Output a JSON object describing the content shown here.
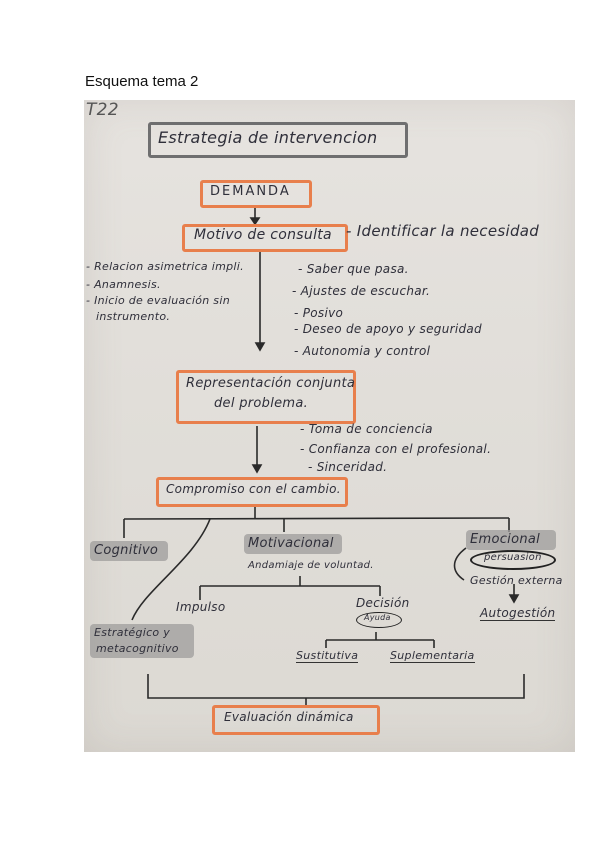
{
  "document": {
    "title": "Esquema tema 2"
  },
  "notes": {
    "corner_label": "T22",
    "title": "Estrategia de intervencion",
    "demand": "DEMANDA",
    "motive": "Motivo de consulta",
    "identify": "- Identificar la necesidad",
    "left_list": [
      "- Relacion asimetrica impli.",
      "- Anamnesis.",
      "- Inicio de evaluación sin",
      "instrumento."
    ],
    "right_list": [
      "- Saber que pasa.",
      "- Ajustes de escuchar.",
      "- Posivo",
      "- Deseo de apoyo y seguridad",
      "- Autonomia y control"
    ],
    "representation": [
      "Representación conjunta",
      "del problema."
    ],
    "rep_list": [
      "- Toma de conciencia",
      "- Confianza con el profesional.",
      "- Sinceridad."
    ],
    "commitment": "Compromiso con el cambio.",
    "cognitive": "Cognitivo",
    "motivational": "Motivacional",
    "scaffolding": "Andamiaje de voluntad.",
    "emotional": "Emocional",
    "persuasion": "persuasion",
    "external": "Gestión externa",
    "autogestion": "Autogestión",
    "impulse": "Impulso",
    "decision": "Decisión",
    "help": "Ayuda",
    "strategic": [
      "Estratégico y",
      "metacognitivo"
    ],
    "substitute": "Sustitutiva",
    "supplementary": "Suplementaria",
    "evaluation": "Evaluación dinámica"
  }
}
